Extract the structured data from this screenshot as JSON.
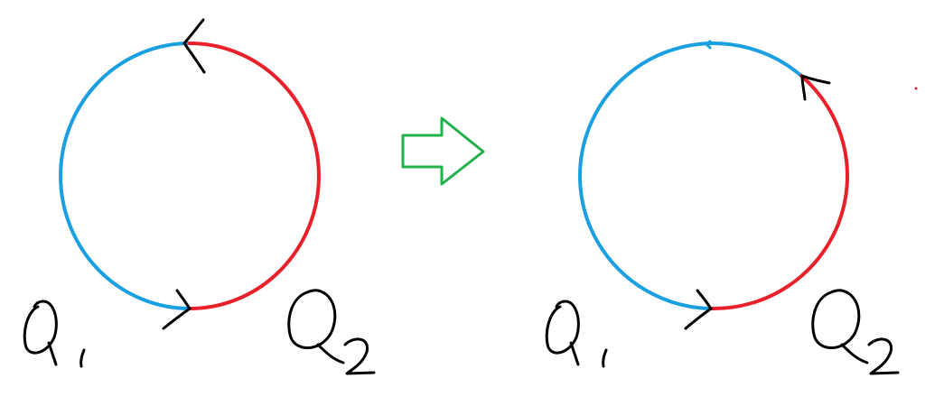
{
  "diagram": {
    "labels": {
      "left_q1": "Q1",
      "left_q2": "Q2",
      "right_q1": "Q1",
      "right_q2": "Q2"
    },
    "colors": {
      "q1_arc": "#1a9fe0",
      "q2_arc": "#e8202a",
      "transition_arrow": "#22b14c",
      "ink": "#000000"
    },
    "icons": {
      "transition": "arrow-right-outline-icon",
      "direction": "arrowhead-icon"
    }
  }
}
